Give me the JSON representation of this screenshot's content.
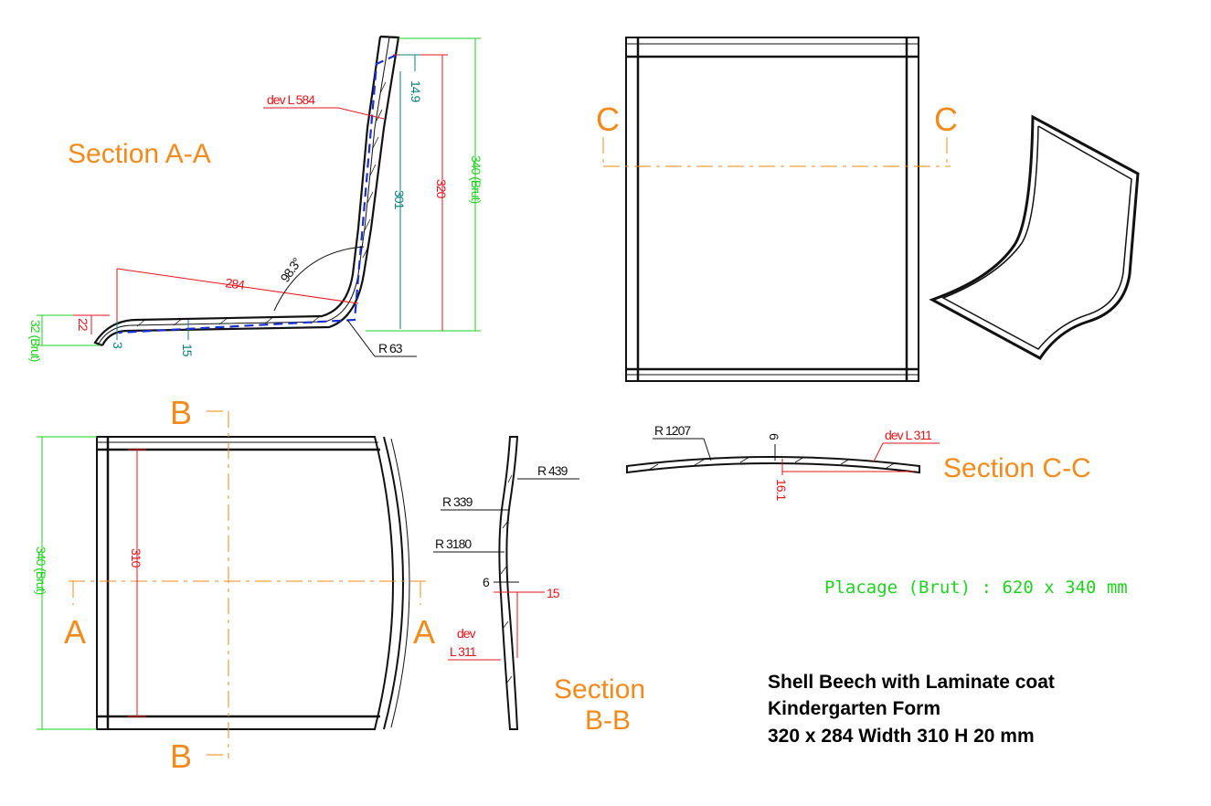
{
  "sections": {
    "aa": "Section A-A",
    "cc": "Section C-C",
    "bb_line1": "Section",
    "bb_line2": "B-B"
  },
  "markers": {
    "a": "A",
    "b": "B",
    "c": "C"
  },
  "dims_aa": {
    "dev": "dev L 584",
    "d149": "14.9",
    "d301": "301",
    "d320": "320",
    "d340": "340 (Brut)",
    "angle": "98.3°",
    "d284": "284",
    "r63": "R 63",
    "d32": "32 (Brut)",
    "d22": "22",
    "d3": "3",
    "d15": "15"
  },
  "dims_plan": {
    "d340": "340 (Brut)",
    "d310": "310"
  },
  "dims_bb": {
    "r439": "R 439",
    "r339": "R 339",
    "r3180": "R 3180",
    "d6": "6",
    "d15": "15",
    "dev_line1": "dev",
    "dev_line2": "L 311"
  },
  "dims_cc": {
    "r1207": "R 1207",
    "d6": "6",
    "dev": "dev L 311",
    "d161": "16.1"
  },
  "placage": "Placage (Brut) : 620 x 340 mm",
  "title_block": {
    "line1": "Shell Beech with Laminate coat",
    "line2": "Kindergarten Form",
    "line3": "320 x 284 Width 310 H 20 mm"
  },
  "colors": {
    "orange": "#f28a1c",
    "red": "#e8141b",
    "green": "#1fd21f",
    "teal": "#0d7f7f",
    "blue": "#1a2fd6"
  }
}
